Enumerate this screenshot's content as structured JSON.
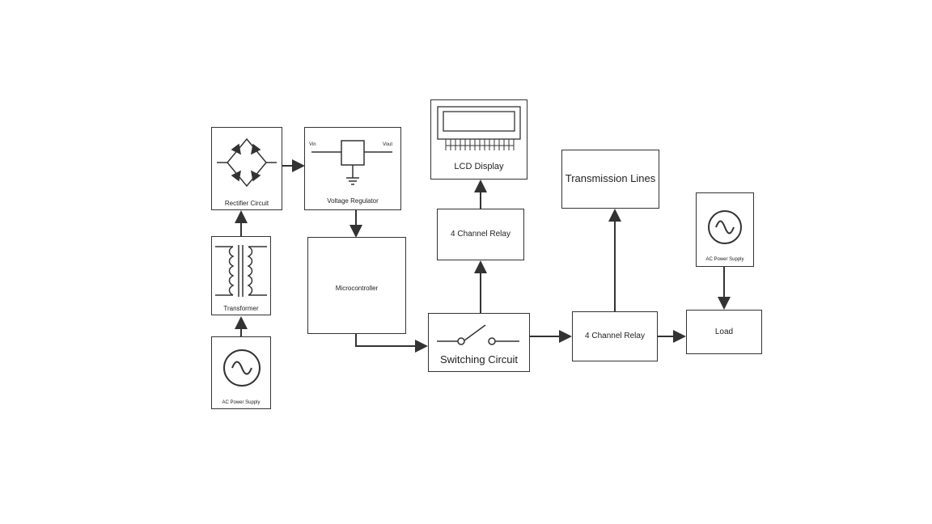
{
  "diagram": {
    "ac_supply_left": "AC Power Supply",
    "transformer": "Transformer",
    "rectifier": "Rectifier Circuit",
    "voltage_regulator": "Voltage Regulator",
    "microcontroller": "Microcontroller",
    "switching_circuit": "Switching Circuit",
    "relay_upper": "4 Channel Relay",
    "lcd_display": "LCD Display",
    "relay_lower": "4 Channel Relay",
    "transmission_lines": "Transmission Lines",
    "ac_supply_right": "AC Power Supply",
    "load": "Load",
    "regulator_in": "Vin",
    "regulator_out": "Vout"
  },
  "colors": {
    "line": "#333333",
    "background": "#ffffff"
  }
}
